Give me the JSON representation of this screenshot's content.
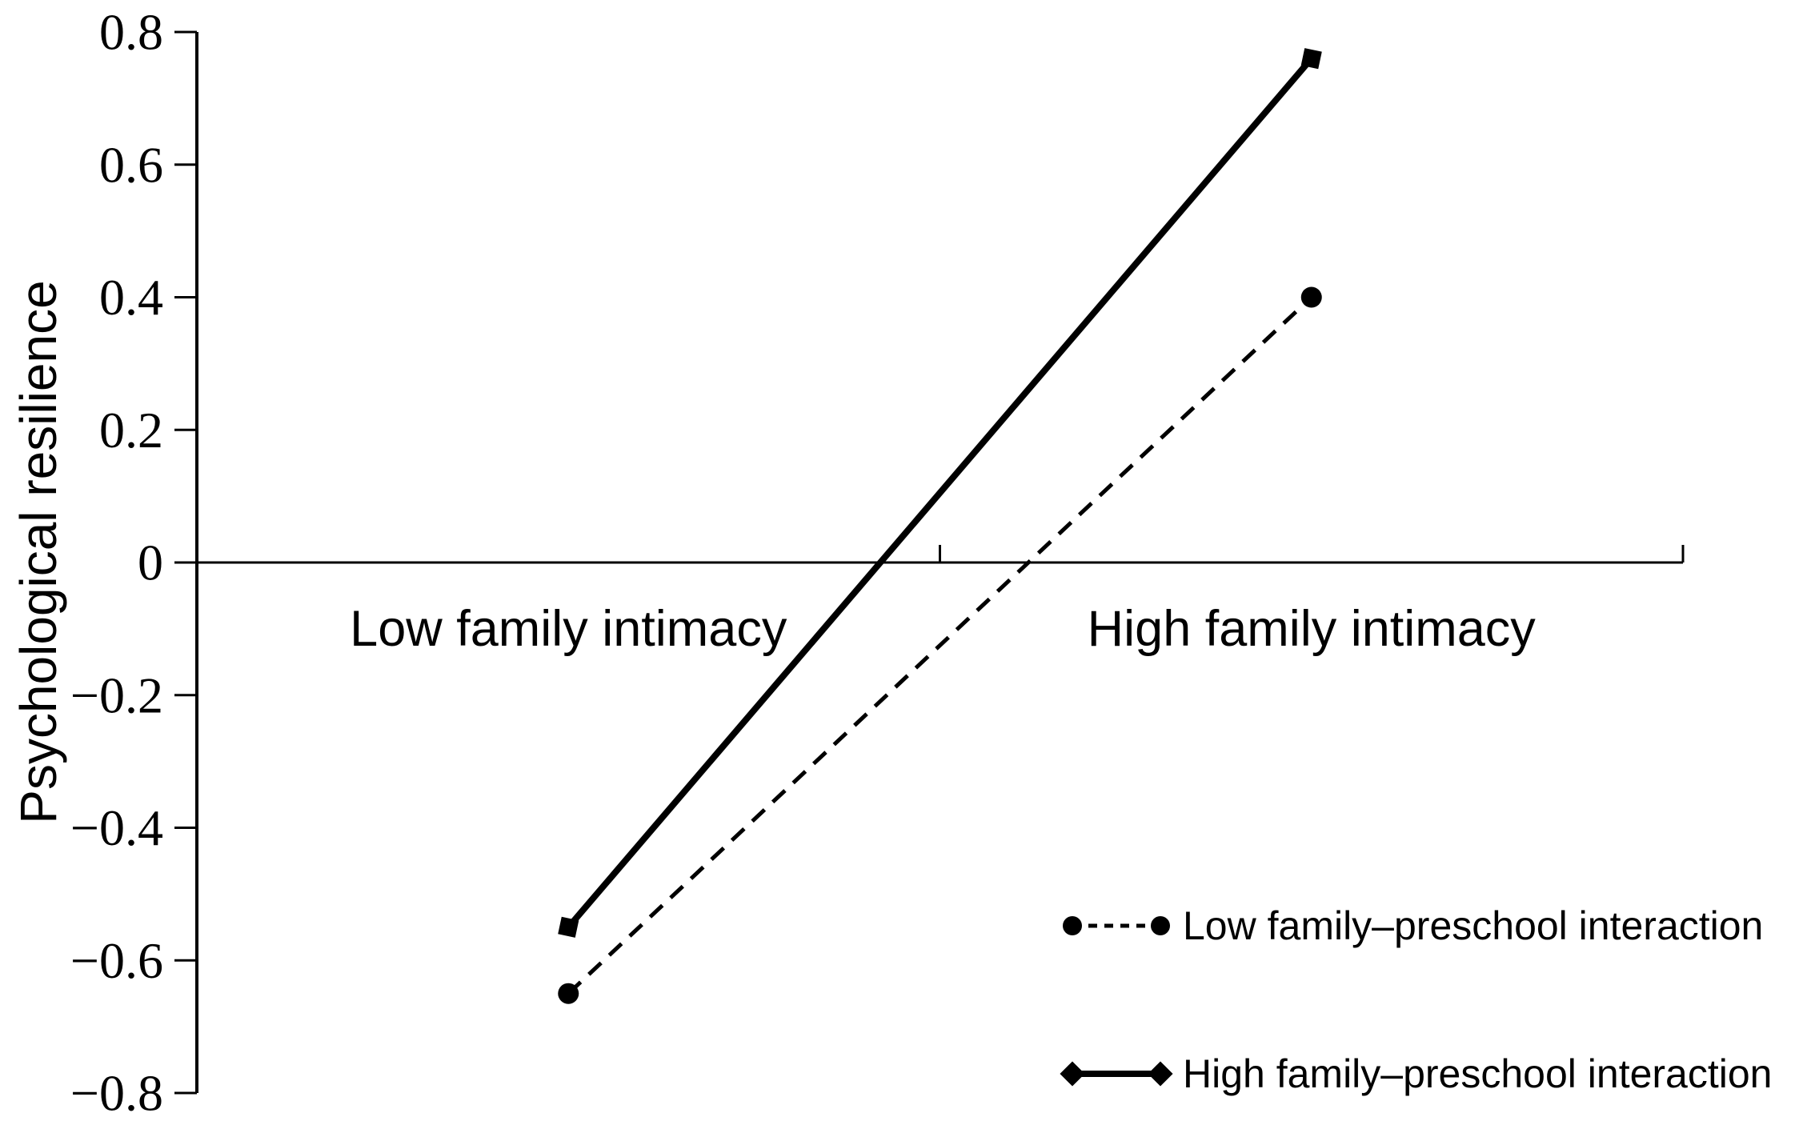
{
  "chart_data": {
    "type": "line",
    "title": "",
    "xlabel": "",
    "ylabel": "Psychological resilience",
    "categories": [
      "Low family intimacy",
      "High family intimacy"
    ],
    "series": [
      {
        "name": "Low family–preschool interaction",
        "values": [
          -0.65,
          0.4
        ],
        "line_style": "dashed",
        "marker": "circle",
        "color": "#000000"
      },
      {
        "name": "High family–preschool interaction",
        "values": [
          -0.55,
          0.76
        ],
        "line_style": "solid",
        "marker": "square",
        "color": "#000000"
      }
    ],
    "ylim": [
      -0.8,
      0.8
    ],
    "ytick_step": 0.2,
    "yticks": [
      0.8,
      0.6,
      0.4,
      0.2,
      0,
      -0.2,
      -0.4,
      -0.6,
      -0.8
    ],
    "ytick_labels": [
      "0.8",
      "0.6",
      "0.4",
      "0.2",
      "0",
      "−0.2",
      "−0.4",
      "−0.6",
      "−0.8"
    ],
    "grid": false,
    "legend_position": "bottom-right",
    "legend": [
      {
        "label": "Low family–preschool interaction",
        "marker": "circle",
        "line_style": "dashed"
      },
      {
        "label": "High family–preschool interaction",
        "marker": "diamond",
        "line_style": "solid"
      }
    ],
    "axis_color": "#000000",
    "background": "#ffffff"
  }
}
